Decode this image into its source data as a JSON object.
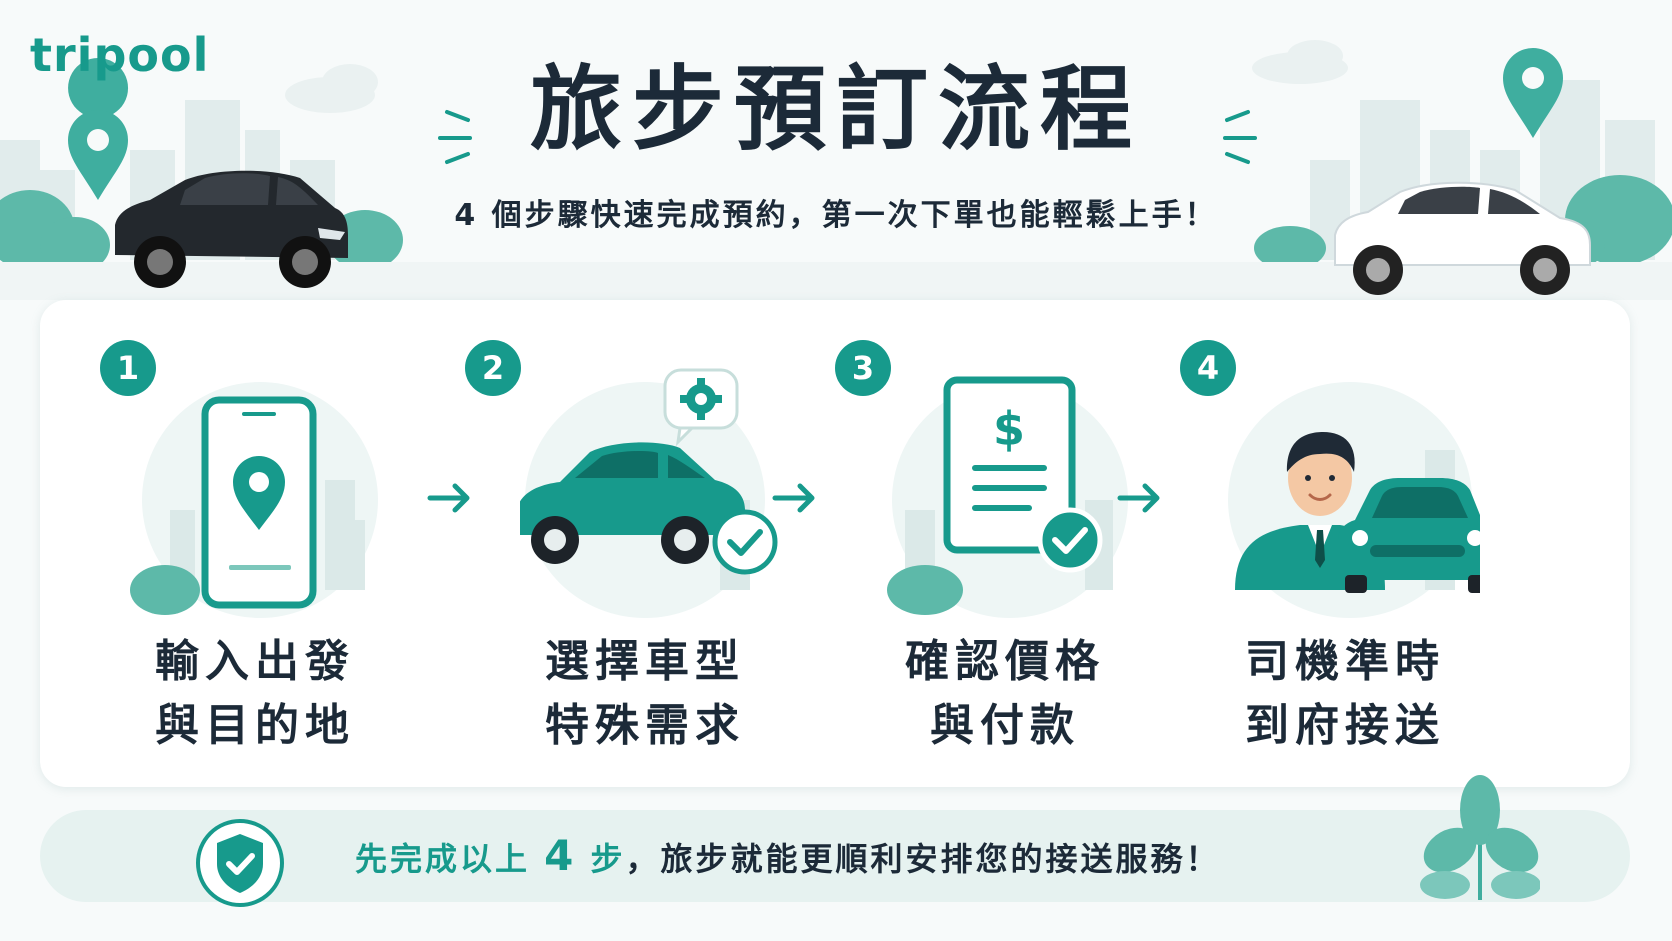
{
  "brand": {
    "logo_text": "tripool"
  },
  "header": {
    "title": "旅步預訂流程",
    "subtitle": "4 個步驟快速完成預約，第一次下單也能輕鬆上手！"
  },
  "steps": [
    {
      "number": "1",
      "line1": "輸入出發",
      "line2": "與目的地",
      "icon": "phone-location-icon"
    },
    {
      "number": "2",
      "line1": "選擇車型",
      "line2": "特殊需求",
      "icon": "car-settings-icon"
    },
    {
      "number": "3",
      "line1": "確認價格",
      "line2": "與付款",
      "icon": "invoice-check-icon"
    },
    {
      "number": "4",
      "line1": "司機準時",
      "line2": "到府接送",
      "icon": "driver-car-icon"
    }
  ],
  "banner": {
    "text_before": "先完成以上",
    "number": "4",
    "text_after_teal": "步",
    "text_after": "，旅步就能更順利安排您的接送服務！"
  },
  "colors": {
    "accent": "#179a8c",
    "text": "#1c2a38",
    "banner_bg": "#e6f2f0"
  }
}
